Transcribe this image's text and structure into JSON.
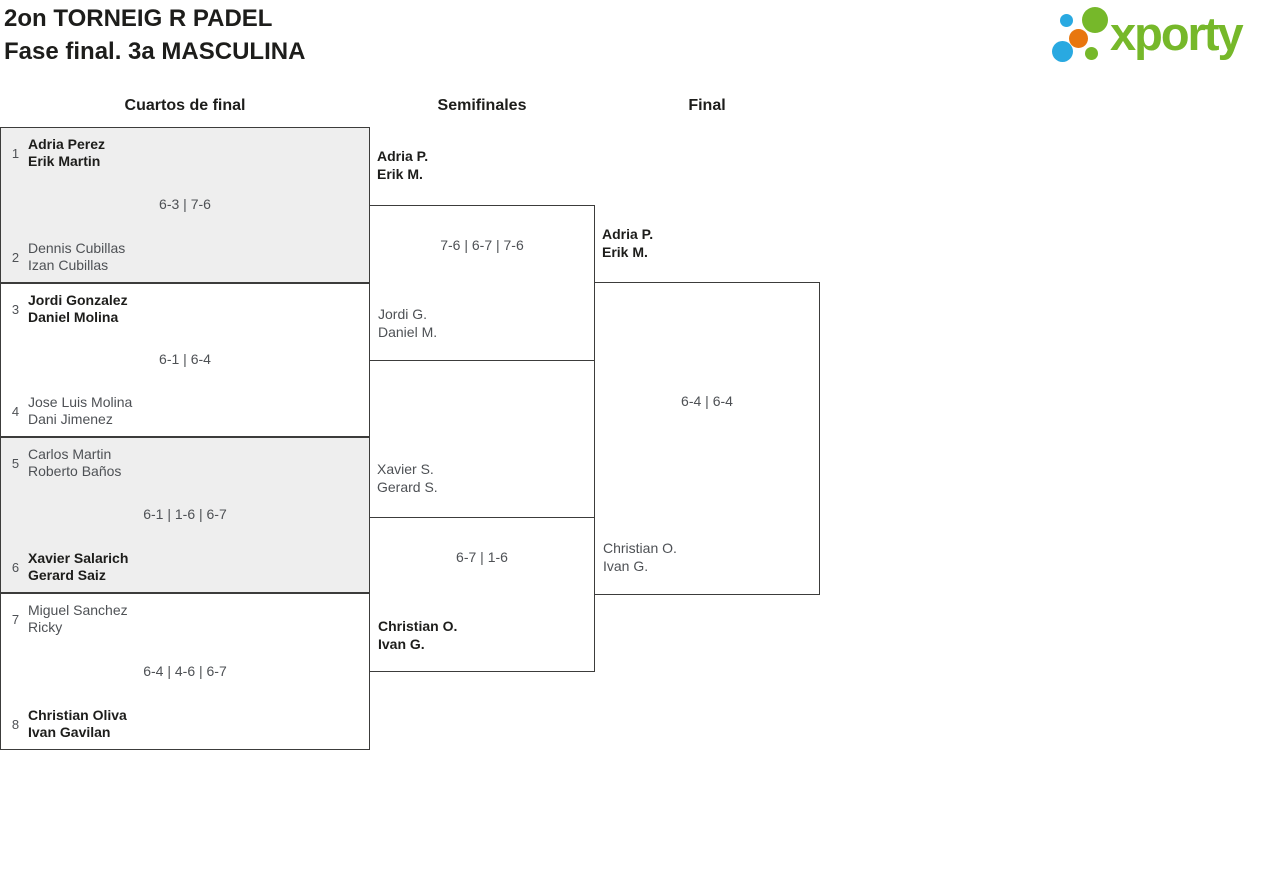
{
  "header": {
    "title_line1": "2on TORNEIG R PADEL",
    "title_line2": "Fase final. 3a MASCULINA",
    "logo": {
      "text": "xporty"
    }
  },
  "columns": [
    {
      "label": "Cuartos de final"
    },
    {
      "label": "Semifinales"
    },
    {
      "label": "Final"
    }
  ],
  "colors": {
    "logo_green": "#76b82a",
    "logo_blue": "#29a9e1",
    "logo_orange": "#e8770e",
    "winner_text": "#1d1d1b",
    "muted_text": "#4e5155",
    "border": "#3c3c3b",
    "shaded_row": "#eeeeee"
  },
  "bracket": {
    "quarterfinals": [
      {
        "seed_top": "1",
        "team_top": [
          "Adria Perez",
          "Erik Martin"
        ],
        "top_winner": true,
        "score": "6-3 | 7-6",
        "seed_bottom": "2",
        "team_bottom": [
          "Dennis Cubillas",
          "Izan Cubillas"
        ],
        "bottom_winner": false
      },
      {
        "seed_top": "3",
        "team_top": [
          "Jordi Gonzalez",
          "Daniel Molina"
        ],
        "top_winner": true,
        "score": "6-1 | 6-4",
        "seed_bottom": "4",
        "team_bottom": [
          "Jose Luis Molina",
          "Dani Jimenez"
        ],
        "bottom_winner": false
      },
      {
        "seed_top": "5",
        "team_top": [
          "Carlos Martin",
          "Roberto Baños"
        ],
        "top_winner": false,
        "score": "6-1 | 1-6 | 6-7",
        "seed_bottom": "6",
        "team_bottom": [
          "Xavier Salarich",
          "Gerard Saiz"
        ],
        "bottom_winner": true
      },
      {
        "seed_top": "7",
        "team_top": [
          "Miguel Sanchez",
          "Ricky"
        ],
        "top_winner": false,
        "score": "6-4 | 4-6 | 6-7",
        "seed_bottom": "8",
        "team_bottom": [
          "Christian Oliva",
          "Ivan Gavilan"
        ],
        "bottom_winner": true
      }
    ],
    "semifinals": [
      {
        "team_top": [
          "Adria P.",
          "Erik M."
        ],
        "top_winner": true,
        "score": "7-6 | 6-7 | 7-6",
        "team_bottom": [
          "Jordi G.",
          "Daniel M."
        ],
        "bottom_winner": false
      },
      {
        "team_top": [
          "Xavier S.",
          "Gerard S."
        ],
        "top_winner": false,
        "score": "6-7 | 1-6",
        "team_bottom": [
          "Christian O.",
          "Ivan G."
        ],
        "bottom_winner": true
      }
    ],
    "final": {
      "team_top": [
        "Adria P.",
        "Erik M."
      ],
      "top_winner": true,
      "score": "6-4 | 6-4",
      "team_bottom": [
        "Christian O.",
        "Ivan G."
      ],
      "bottom_winner": false
    }
  }
}
